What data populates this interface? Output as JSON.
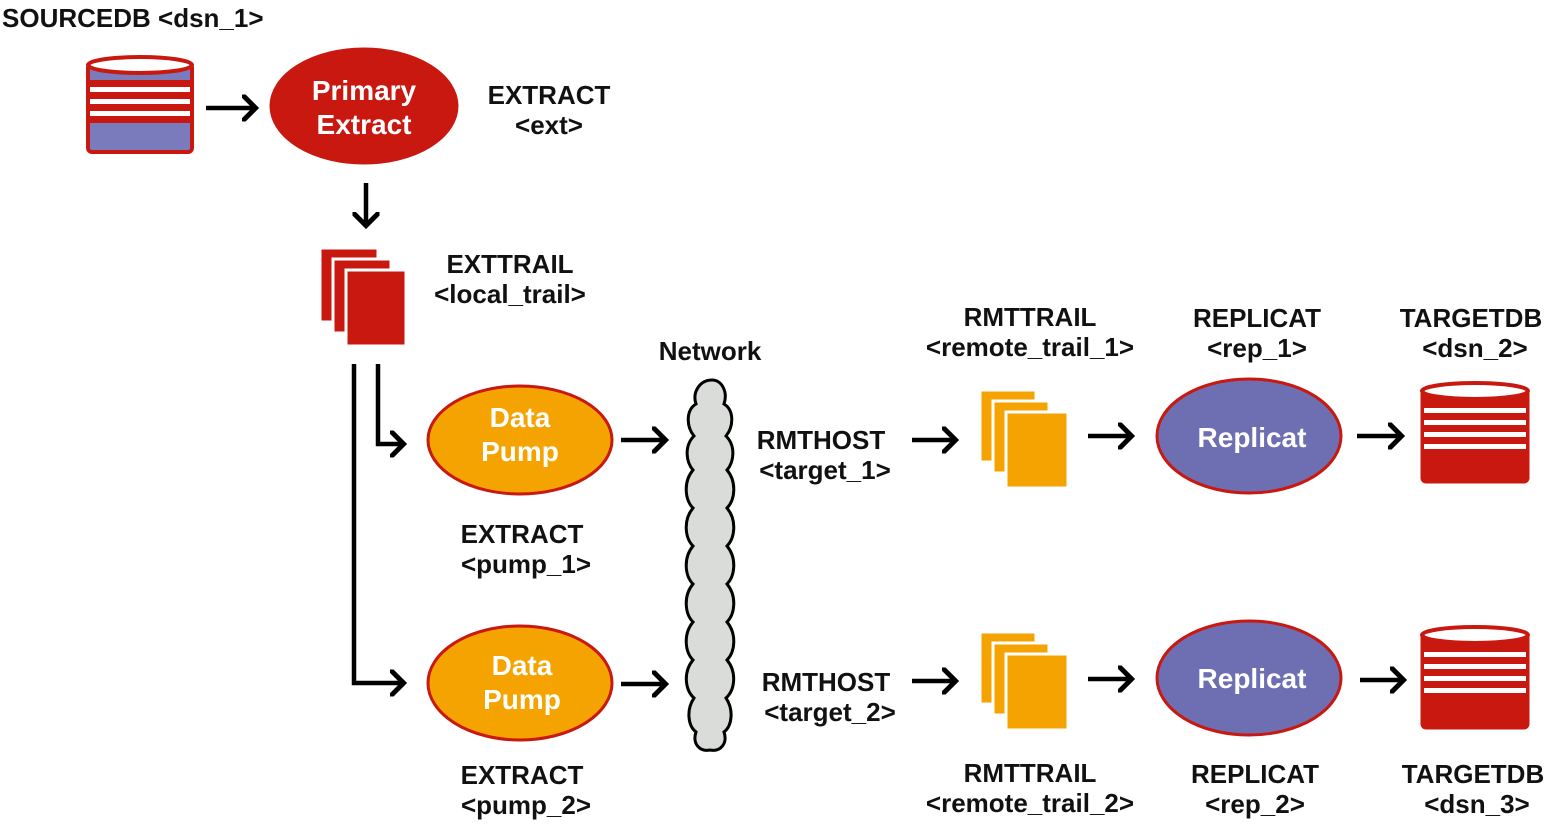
{
  "colors": {
    "red": "#c8180f",
    "orange": "#f5a300",
    "purple": "#6e6fb3",
    "cloud": "#dadcd9",
    "db_band": "#7a7bbd",
    "arrow": "#000000"
  },
  "labels": {
    "sourcedb": "SOURCEDB <dsn_1>",
    "extract_ext_1": "EXTRACT",
    "extract_ext_2": "<ext>",
    "exttrail_1": "EXTTRAIL",
    "exttrail_2": "<local_trail>",
    "network": "Network",
    "pump1_extract_1": "EXTRACT",
    "pump1_extract_2": "<pump_1>",
    "pump2_extract_1": "EXTRACT",
    "pump2_extract_2": "<pump_2>",
    "rmthost1_1": "RMTHOST",
    "rmthost1_2": "<target_1>",
    "rmthost2_1": "RMTHOST",
    "rmthost2_2": "<target_2>",
    "rmttrail1_1": "RMTTRAIL",
    "rmttrail1_2": "<remote_trail_1>",
    "rmttrail2_1": "RMTTRAIL",
    "rmttrail2_2": "<remote_trail_2>",
    "replicat1_1": "REPLICAT",
    "replicat1_2": "<rep_1>",
    "replicat2_1": "REPLICAT",
    "replicat2_2": "<rep_2>",
    "targetdb2_1": "TARGETDB",
    "targetdb2_2": "<dsn_2>",
    "targetdb3_1": "TARGETDB",
    "targetdb3_2": "<dsn_3>"
  },
  "nodes": {
    "primary_extract_1": "Primary",
    "primary_extract_2": "Extract",
    "pump1_1": "Data",
    "pump1_2": "Pump",
    "pump2_1": "Data",
    "pump2_2": "Pump",
    "replicat_1": "Replicat",
    "replicat_2": "Replicat"
  }
}
